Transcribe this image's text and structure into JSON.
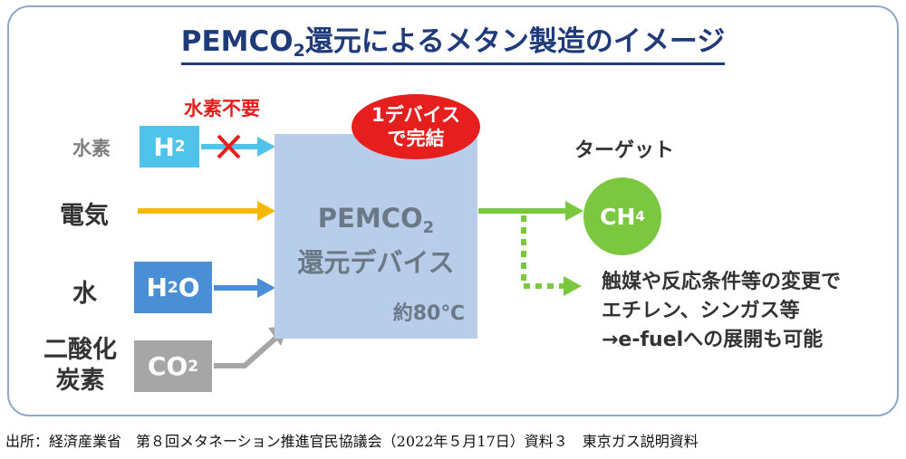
{
  "title": {
    "main": "PEMCO",
    "sub": "2",
    "rest": "還元によるメタン製造のイメージ"
  },
  "inputs": {
    "hydrogen": {
      "label": "水素",
      "formula": "H",
      "sub": "2",
      "note": "水素不要"
    },
    "electricity": {
      "label": "電気"
    },
    "water": {
      "label": "水",
      "formula_a": "H",
      "sub": "2",
      "formula_b": "O"
    },
    "co2": {
      "label_line1": "二酸化",
      "label_line2": "炭素",
      "formula": "CO",
      "sub": "2"
    }
  },
  "device": {
    "line1": "PEMCO",
    "sub": "2",
    "line2": "還元デバイス",
    "temp": "約80℃",
    "badge_line1": "1デバイス",
    "badge_line2": "で完結"
  },
  "target": {
    "label": "ターゲット",
    "formula": "CH",
    "sub": "4"
  },
  "alternatives": {
    "line1": "触媒や反応条件等の変更で",
    "line2": "エチレン、シンガス等",
    "line3": "→e-fuelへの展開も可能"
  },
  "source": "出所：経済産業省　第８回メタネーション推進官民協議会（2022年５月17日）資料３　東京ガス説明資料",
  "colors": {
    "frame": "#8fa9c8",
    "title": "#1f3b7a",
    "hydrogen": "#4fc3ea",
    "electricity": "#f5b800",
    "water": "#4a8fd6",
    "co2": "#a6a6a6",
    "device": "#b8cde9",
    "badge": "#e61e1e",
    "methane": "#7bc73f"
  }
}
